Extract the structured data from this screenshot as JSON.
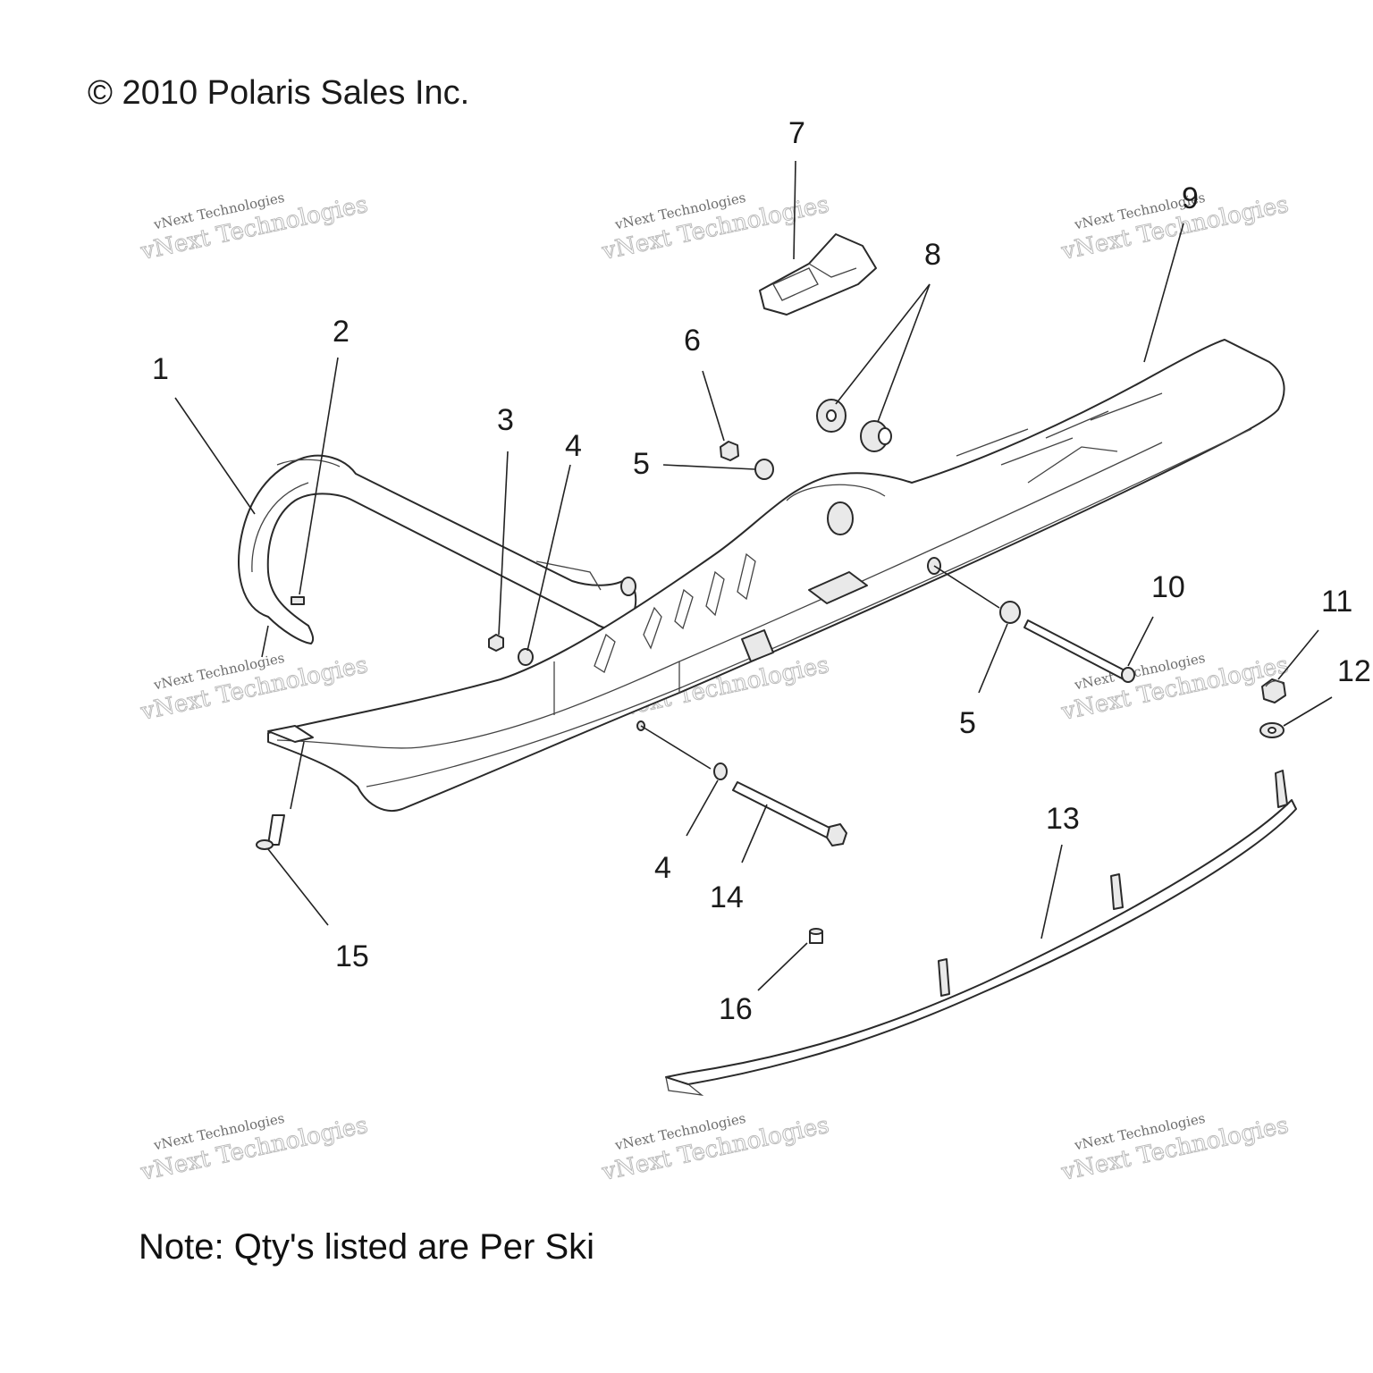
{
  "copyright": "© 2010 Polaris Sales Inc.",
  "note": "Note: Qty's listed are Per Ski",
  "watermark": {
    "small": "vNext Technologies",
    "large": "vNext Technologies"
  },
  "callouts": [
    {
      "id": "1",
      "text": "1"
    },
    {
      "id": "2",
      "text": "2"
    },
    {
      "id": "3",
      "text": "3"
    },
    {
      "id": "4a",
      "text": "4"
    },
    {
      "id": "4b",
      "text": "4"
    },
    {
      "id": "5a",
      "text": "5"
    },
    {
      "id": "5b",
      "text": "5"
    },
    {
      "id": "6",
      "text": "6"
    },
    {
      "id": "7",
      "text": "7"
    },
    {
      "id": "8",
      "text": "8"
    },
    {
      "id": "9",
      "text": "9"
    },
    {
      "id": "10",
      "text": "10"
    },
    {
      "id": "11",
      "text": "11"
    },
    {
      "id": "12",
      "text": "12"
    },
    {
      "id": "13",
      "text": "13"
    },
    {
      "id": "14",
      "text": "14"
    },
    {
      "id": "15",
      "text": "15"
    },
    {
      "id": "16",
      "text": "16"
    }
  ]
}
